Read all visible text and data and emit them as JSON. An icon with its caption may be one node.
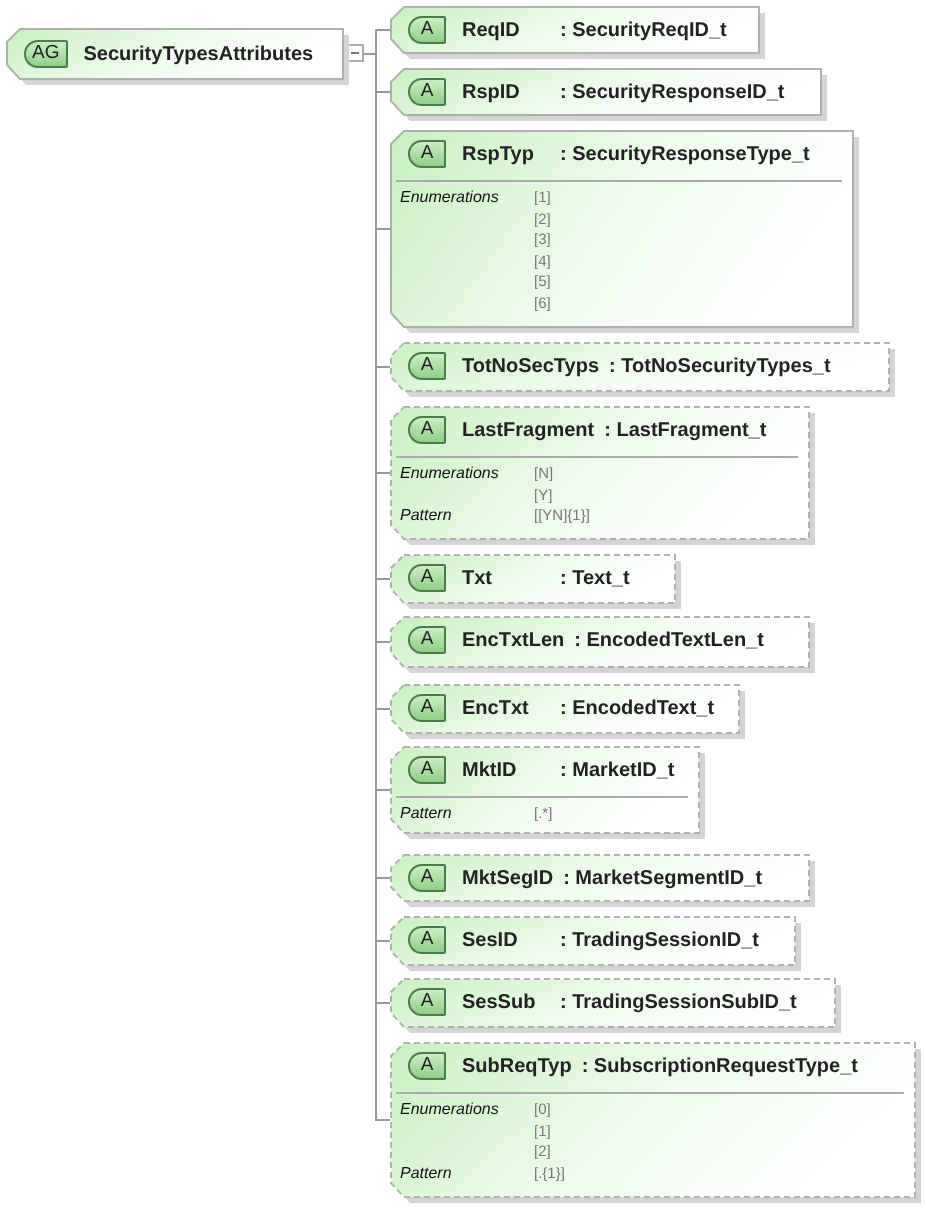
{
  "diagram": {
    "nodes": [
      {
        "text": [
          "AG",
          "SecurityTypesAttributes"
        ]
      },
      {
        "text": [
          "A",
          "ReqID",
          ": SecurityReqID_t"
        ]
      },
      {
        "text": [
          "A",
          "RspID",
          ": SecurityResponseID_t"
        ]
      },
      {
        "text": [
          "A",
          "RspTyp",
          ": SecurityResponseType_t",
          "Enumerations",
          "[1]",
          "[2]",
          "[3]",
          "[4]",
          "[5]",
          "[6]"
        ]
      },
      {
        "text": [
          "A",
          "TotNoSecTyps",
          ": TotNoSecurityTypes_t"
        ]
      },
      {
        "text": [
          "A",
          "LastFragment",
          ": LastFragment_t",
          "Enumerations",
          "[N]",
          "[Y]",
          "Pattern",
          "[[YN]{1}]"
        ]
      },
      {
        "text": [
          "A",
          "Txt",
          ": Text_t"
        ]
      },
      {
        "text": [
          "A",
          "EncTxtLen",
          ": EncodedTextLen_t"
        ]
      },
      {
        "text": [
          "A",
          "EncTxt",
          ": EncodedText_t"
        ]
      },
      {
        "text": [
          "A",
          "MktID",
          ": MarketID_t",
          "Pattern",
          "[.*]"
        ]
      },
      {
        "text": [
          "A",
          "MktSegID",
          ": MarketSegmentID_t"
        ]
      },
      {
        "text": [
          "A",
          "SesID",
          ": TradingSessionID_t"
        ]
      },
      {
        "text": [
          "A",
          "SesSub",
          ": TradingSessionSubID_t"
        ]
      },
      {
        "text": [
          "A",
          "SubReqTyp",
          ": SubscriptionRequestType_t",
          "Enumerations",
          "[0]",
          "[1]",
          "[2]",
          "Pattern",
          "[.{1}]"
        ]
      }
    ],
    "edges": [
      {
        "from": 0,
        "to": 1,
        "arrow": "none"
      },
      {
        "from": 0,
        "to": 2,
        "arrow": "none"
      },
      {
        "from": 0,
        "to": 3,
        "arrow": "none"
      },
      {
        "from": 0,
        "to": 4,
        "arrow": "none"
      },
      {
        "from": 0,
        "to": 5,
        "arrow": "none"
      },
      {
        "from": 0,
        "to": 6,
        "arrow": "none"
      },
      {
        "from": 0,
        "to": 7,
        "arrow": "none"
      },
      {
        "from": 0,
        "to": 8,
        "arrow": "none"
      },
      {
        "from": 0,
        "to": 9,
        "arrow": "none"
      },
      {
        "from": 0,
        "to": 10,
        "arrow": "none"
      },
      {
        "from": 0,
        "to": 11,
        "arrow": "none"
      },
      {
        "from": 0,
        "to": 12,
        "arrow": "none"
      },
      {
        "from": 0,
        "to": 13,
        "arrow": "none"
      }
    ]
  }
}
